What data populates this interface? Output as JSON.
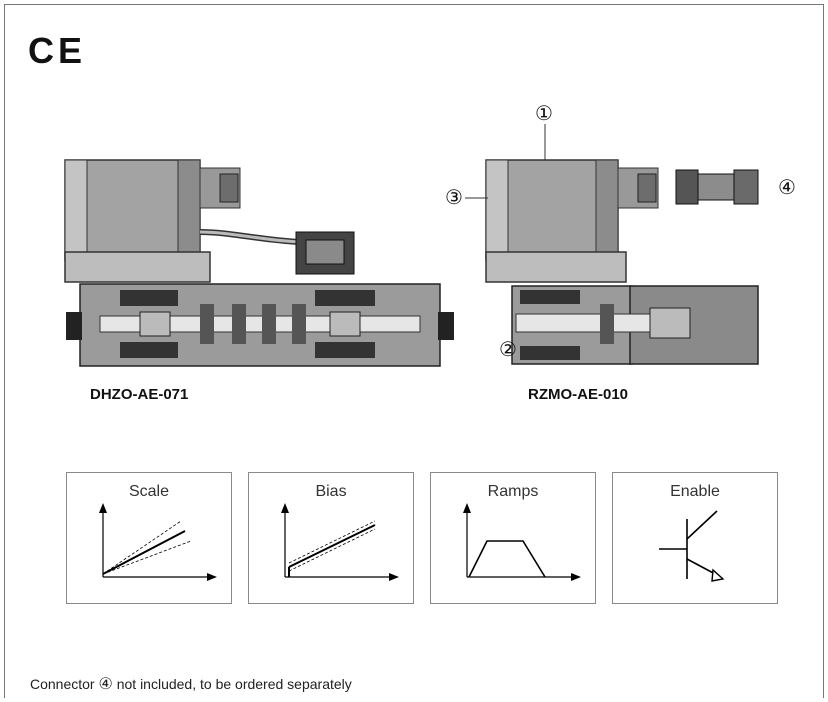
{
  "ce_mark": "CE",
  "valves": [
    {
      "model": "DHZO-AE-071"
    },
    {
      "model": "RZMO-AE-010"
    }
  ],
  "callouts": [
    "①",
    "②",
    "③",
    "④"
  ],
  "functions": [
    {
      "title": "Scale"
    },
    {
      "title": "Bias"
    },
    {
      "title": "Ramps"
    },
    {
      "title": "Enable"
    }
  ],
  "footer": {
    "before": "Connector ",
    "num": "④",
    "after": " not included, to be ordered separately"
  },
  "colors": {
    "valve_gray": "#9a9a9a",
    "dark": "#2a2a2a",
    "frame": "#777777"
  }
}
